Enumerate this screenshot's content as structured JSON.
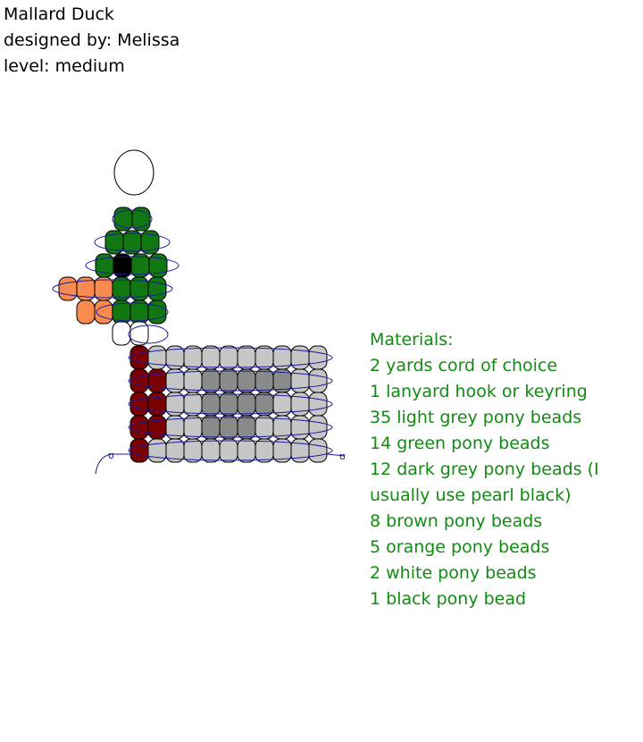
{
  "header": {
    "title": "Mallard Duck",
    "designer": "designed by: Melissa",
    "level": "level: medium"
  },
  "materials": {
    "heading": "Materials:",
    "items": [
      "2 yards cord of choice",
      "1 lanyard hook or keyring",
      "35 light grey pony beads",
      "14 green pony beads",
      "12 dark grey pony beads (I",
      "usually use pearl black)",
      " 8 brown pony beads",
      " 5 orange pony beads",
      " 2 white pony beads",
      " 1 black pony bead"
    ]
  },
  "colors": {
    "G": "#117711",
    "K": "#000000",
    "O": "#f98a50",
    "W": "#ffffff",
    "B": "#7a0000",
    "L": "#c6c6c6",
    "D": "#8a8a8a",
    "thread": "#1a1aa0",
    "text_green": "#138a13"
  },
  "pattern": {
    "head": [
      [
        "-",
        "-",
        "G",
        "G"
      ],
      [
        "-",
        "-",
        "G",
        "G",
        "G"
      ],
      [
        "-",
        "-",
        "G",
        "K",
        "G",
        "G"
      ],
      [
        "O",
        "O",
        "O",
        "G",
        "G",
        "G"
      ],
      [
        "-",
        "O",
        "O",
        "G",
        "G",
        "G"
      ],
      [
        "-",
        "-",
        "-",
        "W",
        "W"
      ]
    ],
    "body": [
      [
        "B",
        "L",
        "L",
        "L",
        "L",
        "L",
        "L",
        "L",
        "L",
        "L",
        "L"
      ],
      [
        "B",
        "B",
        "L",
        "L",
        "D",
        "D",
        "D",
        "D",
        "D",
        "L",
        "L"
      ],
      [
        "B",
        "B",
        "L",
        "L",
        "D",
        "D",
        "D",
        "D",
        "L",
        "L",
        "L"
      ],
      [
        "B",
        "B",
        "L",
        "L",
        "D",
        "D",
        "D",
        "L",
        "L",
        "L",
        "L"
      ],
      [
        "B",
        "L",
        "L",
        "L",
        "L",
        "L",
        "L",
        "L",
        "L",
        "L",
        "L"
      ]
    ]
  }
}
